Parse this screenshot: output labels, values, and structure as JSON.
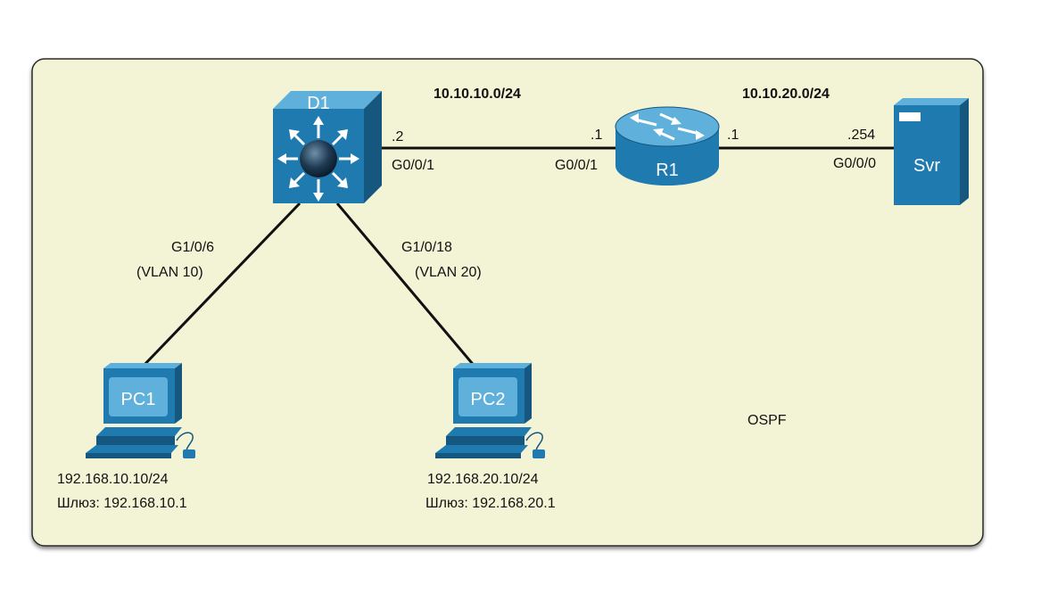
{
  "colors": {
    "panel_fill": "#f3f4d5",
    "panel_border": "#2b2b2b",
    "device_blue": "#1f7ab0",
    "device_dark": "#15577f",
    "device_light": "#5fb1dc",
    "link": "#111111"
  },
  "networks": {
    "d1_r1": "10.10.10.0/24",
    "r1_svr": "10.10.20.0/24"
  },
  "devices": {
    "switch": {
      "name": "D1",
      "icon": "multilayer-switch-icon"
    },
    "router": {
      "name": "R1",
      "icon": "router-icon"
    },
    "server": {
      "name": "Svr",
      "icon": "server-icon"
    },
    "pc1": {
      "name": "PC1",
      "icon": "pc-icon",
      "ip": "192.168.10.10/24",
      "gateway": "Шлюз: 192.168.10.1"
    },
    "pc2": {
      "name": "PC2",
      "icon": "pc-icon",
      "ip": "192.168.20.10/24",
      "gateway": "Шлюз: 192.168.20.1"
    }
  },
  "interfaces": {
    "d1_g001": "G0/0/1",
    "d1_host": ".2",
    "r1_g001": "G0/0/1",
    "r1_host_left": ".1",
    "r1_host_right": ".1",
    "svr_g000": "G0/0/0",
    "svr_host": ".254",
    "d1_g106": "G1/0/6",
    "vlan10": "(VLAN 10)",
    "d1_g1018": "G1/0/18",
    "vlan20": "(VLAN 20)"
  },
  "protocol": "OSPF"
}
